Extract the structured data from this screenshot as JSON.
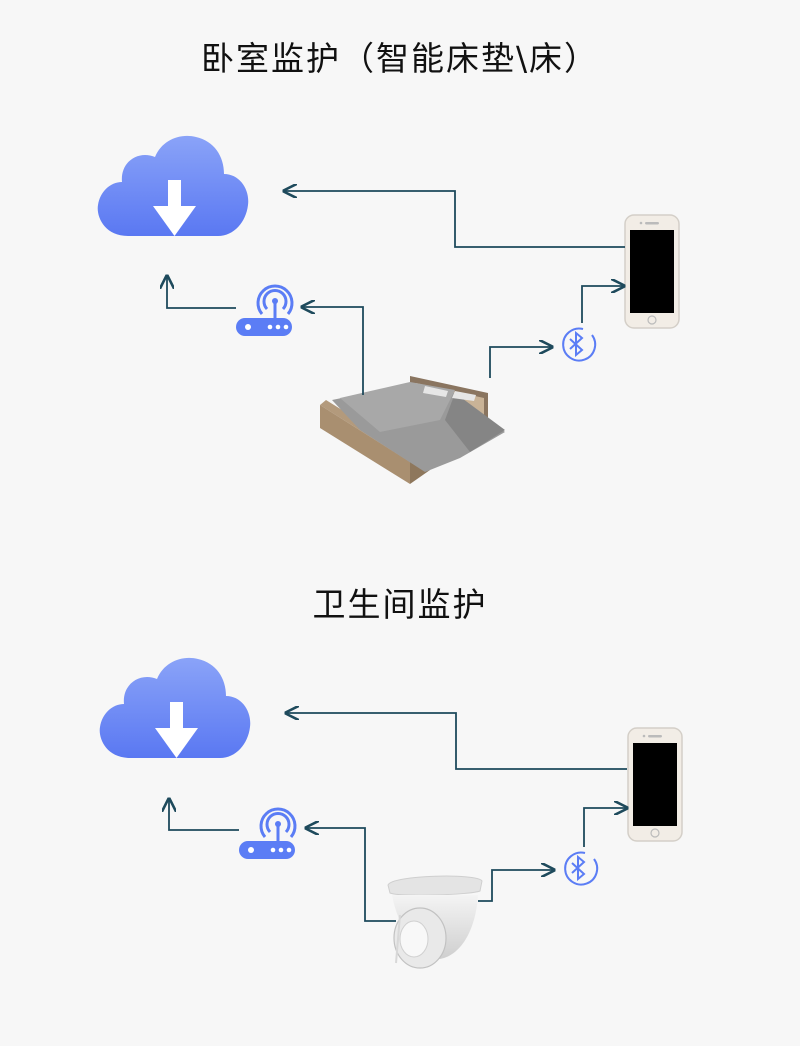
{
  "sections": [
    {
      "title": "卧室监护（智能床垫\\床）",
      "device": "bed",
      "icons": [
        "cloud-download-icon",
        "wifi-router-icon",
        "bluetooth-icon",
        "smartphone-icon",
        "bed-icon"
      ]
    },
    {
      "title": "卫生间监护",
      "device": "camera",
      "icons": [
        "cloud-download-icon",
        "wifi-router-icon",
        "bluetooth-icon",
        "smartphone-icon",
        "dome-camera-icon"
      ]
    }
  ],
  "colors": {
    "background": "#f7f7f7",
    "arrow": "#1e4a5c",
    "icon_blue": "#5b7df5",
    "cloud_gradient_top": "#8aa3f8",
    "cloud_gradient_bottom": "#5a78f2"
  }
}
